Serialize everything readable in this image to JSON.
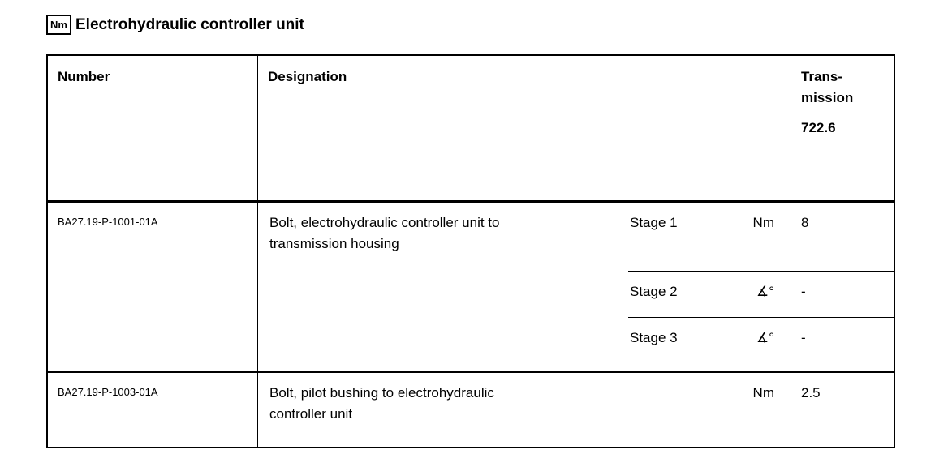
{
  "page": {
    "title_icon": "Nm",
    "title": "Electrohydraulic controller unit"
  },
  "table": {
    "headers": {
      "number": "Number",
      "designation": "Designation",
      "transmission_label": "Trans-\nmission",
      "transmission_model": "722.6"
    },
    "rows": [
      {
        "number": "BA27.19-P-1001-01A",
        "designation": "Bolt, electrohydraulic controller unit to\ntransmission housing",
        "stages": [
          {
            "label": "Stage 1",
            "unit": "Nm",
            "value": "8"
          },
          {
            "label": "Stage 2",
            "unit": "∡°",
            "value": "-"
          },
          {
            "label": "Stage 3",
            "unit": "∡°",
            "value": "-"
          }
        ]
      },
      {
        "number": "BA27.19-P-1003-01A",
        "designation": "Bolt, pilot bushing to electrohydraulic\ncontroller unit",
        "stages": [
          {
            "label": "",
            "unit": "Nm",
            "value": "2.5"
          }
        ]
      }
    ]
  }
}
